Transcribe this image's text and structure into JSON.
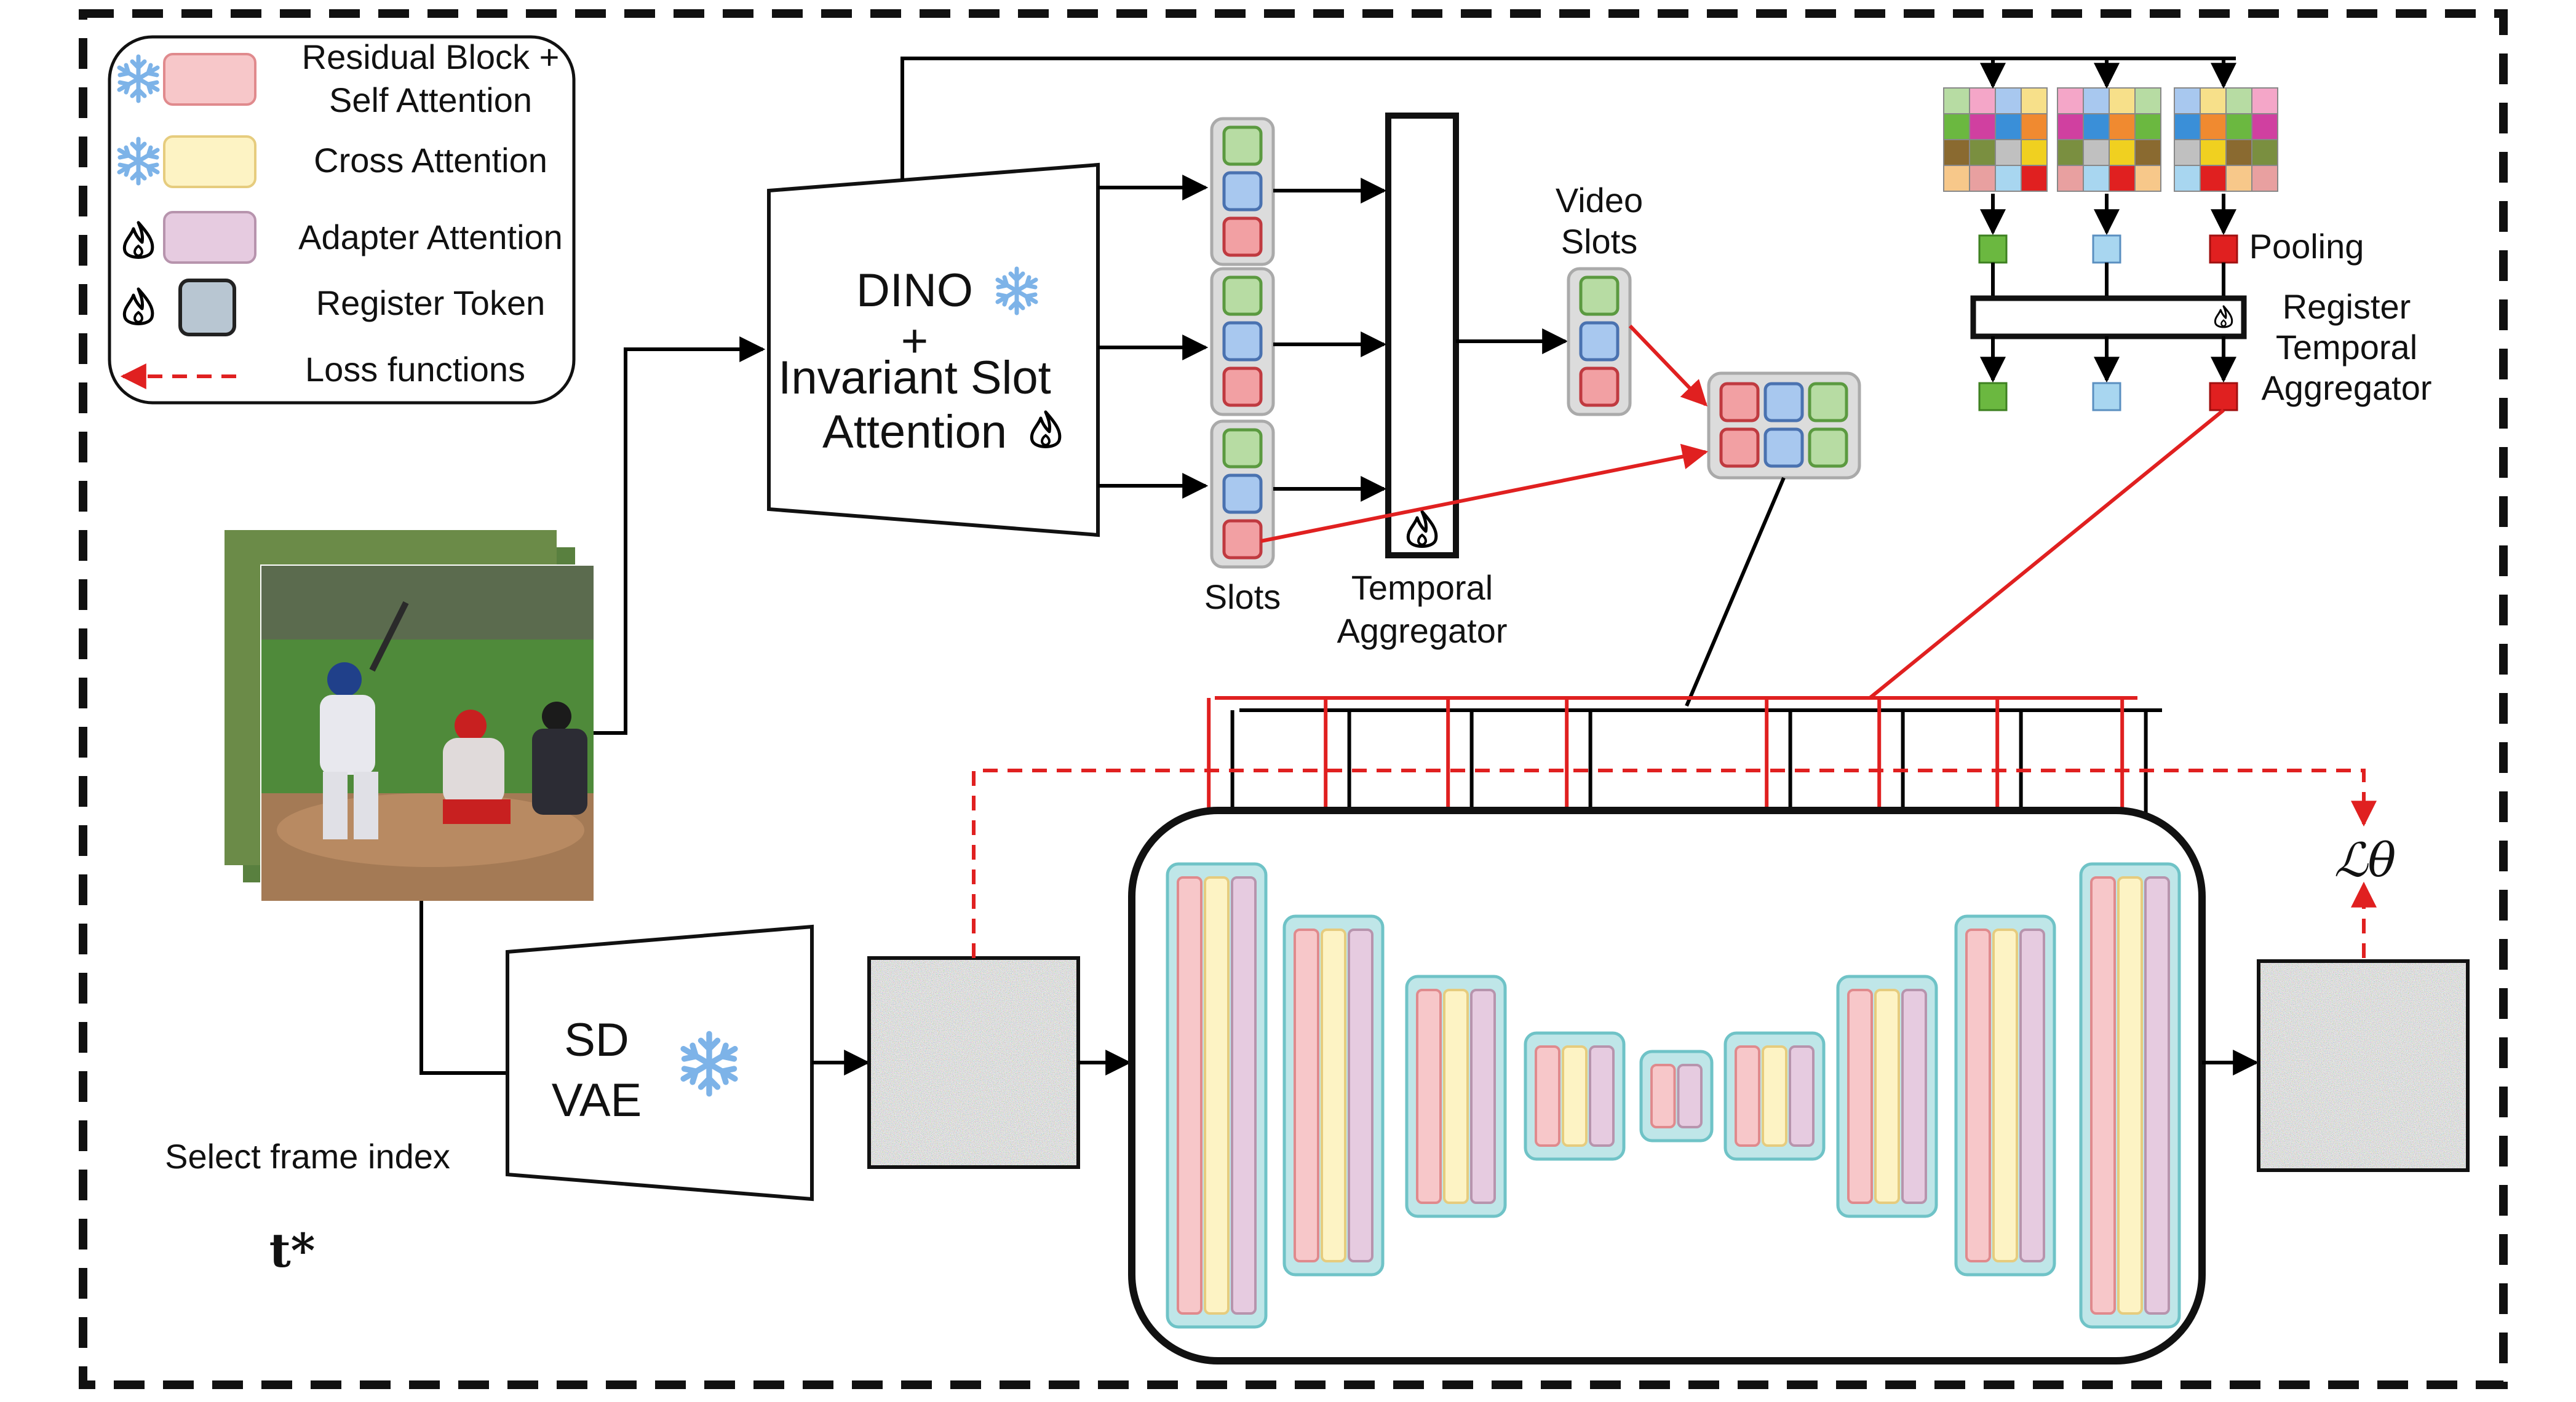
{
  "legend": {
    "items": [
      {
        "label_line1": "Residual Block +",
        "label_line2": "Self Attention",
        "icon": "snowflake-icon",
        "color": "#f7c7c9"
      },
      {
        "label_line1": "Cross Attention",
        "icon": "snowflake-icon",
        "color": "#fdf3c4"
      },
      {
        "label_line1": "Adapter Attention",
        "icon": "flame-icon",
        "color": "#e6cbe0"
      },
      {
        "label_line1": "Register Token",
        "icon": "flame-icon",
        "color": "#b8c6d2"
      }
    ],
    "loss_label": "Loss functions"
  },
  "encoder": {
    "line1": "DINO",
    "line2": "+",
    "line3": "Invariant Slot",
    "line4": "Attention",
    "frozen_icon": "snowflake-icon",
    "trainable_icon": "flame-icon"
  },
  "labels": {
    "slots": "Slots",
    "temporal_line1": "Temporal",
    "temporal_line2": "Aggregator",
    "video_line1": "Video",
    "video_line2": "Slots",
    "pooling": "Pooling",
    "register_line1": "Register",
    "register_line2": "Temporal",
    "register_line3": "Aggregator",
    "sd_line1": "SD",
    "sd_line2": "VAE",
    "select_frame": "Select frame index",
    "t_star": "t*",
    "loss": "ℒθ"
  },
  "colors": {
    "slot_red": "#f2a0a3",
    "slot_blue": "#a8c8ef",
    "slot_green": "#b7dca3",
    "frozen": "#7db3e8",
    "red_arrow": "#e02020",
    "unet_outline": "#6fc3c7",
    "unet_fill": "#bfe6e8"
  }
}
